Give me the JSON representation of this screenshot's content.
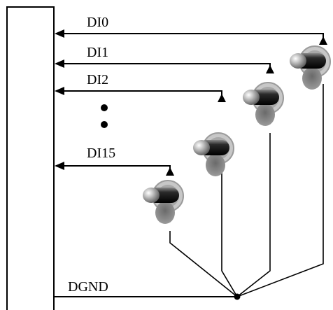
{
  "diagram": {
    "channels": [
      {
        "label": "DI0"
      },
      {
        "label": "DI1"
      },
      {
        "label": "DI2"
      },
      {
        "label": "DI15"
      }
    ],
    "ellipsis": "•\n•",
    "ground_label": "DGND"
  }
}
